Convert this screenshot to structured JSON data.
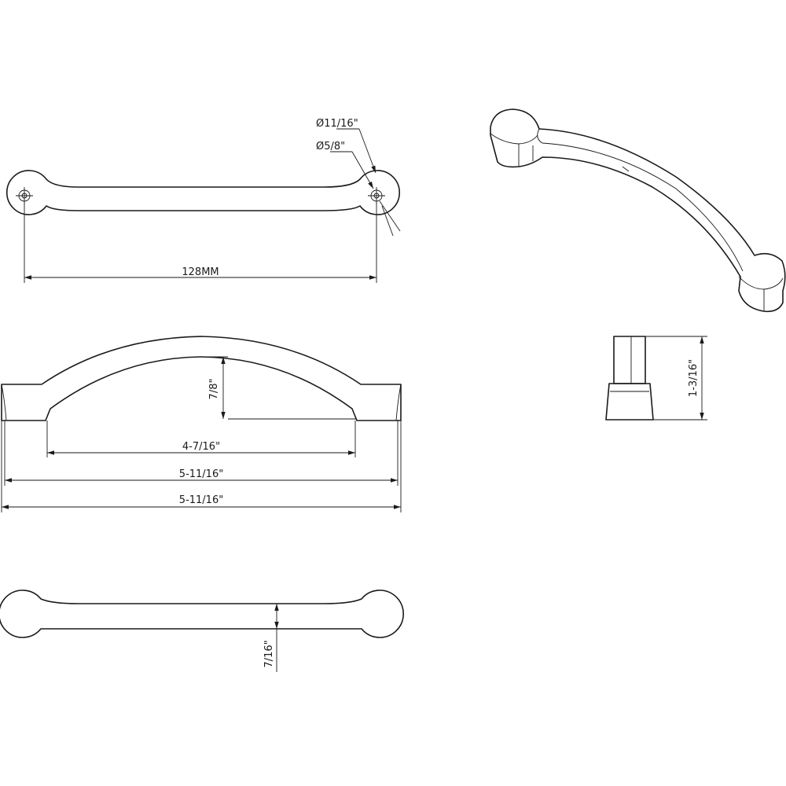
{
  "dimensions": {
    "hole_spacing": "128MM",
    "head_diameter": "Ø11/16\"",
    "hole_diameter": "Ø5/8\"",
    "arch_height": "7/8\"",
    "inner_span": "4-7/16\"",
    "overall_length_1": "5-11/16\"",
    "overall_length_2": "5-11/16\"",
    "projection": "1-3/16\"",
    "width": "7/16\""
  }
}
